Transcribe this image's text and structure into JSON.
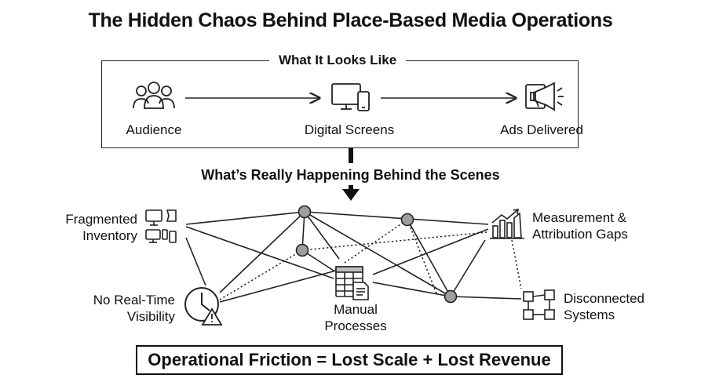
{
  "title": "The Hidden Chaos Behind Place-Based Media Operations",
  "surface": {
    "heading": "What It Looks Like",
    "steps": [
      {
        "label": "Audience",
        "icon": "audience-icon"
      },
      {
        "label": "Digital Screens",
        "icon": "digital-screens-icon"
      },
      {
        "label": "Ads Delivered",
        "icon": "megaphone-icon"
      }
    ]
  },
  "behind": {
    "heading": "What’s Really Happening Behind the Scenes",
    "nodes": {
      "fragmented": {
        "line1": "Fragmented",
        "line2": "Inventory",
        "icon": "fragmented-inventory-icon"
      },
      "measurement": {
        "line1": "Measurement &",
        "line2": "Attribution Gaps",
        "icon": "bar-chart-icon"
      },
      "visibility": {
        "line1": "No Real-Time",
        "line2": "Visibility",
        "icon": "clock-warning-icon"
      },
      "manual": {
        "line1": "Manual",
        "line2": "Processes",
        "icon": "document-icon"
      },
      "disconnected": {
        "line1": "Disconnected",
        "line2": "Systems",
        "icon": "disconnected-systems-icon"
      }
    }
  },
  "footer": "Operational Friction = Lost Scale + Lost Revenue"
}
